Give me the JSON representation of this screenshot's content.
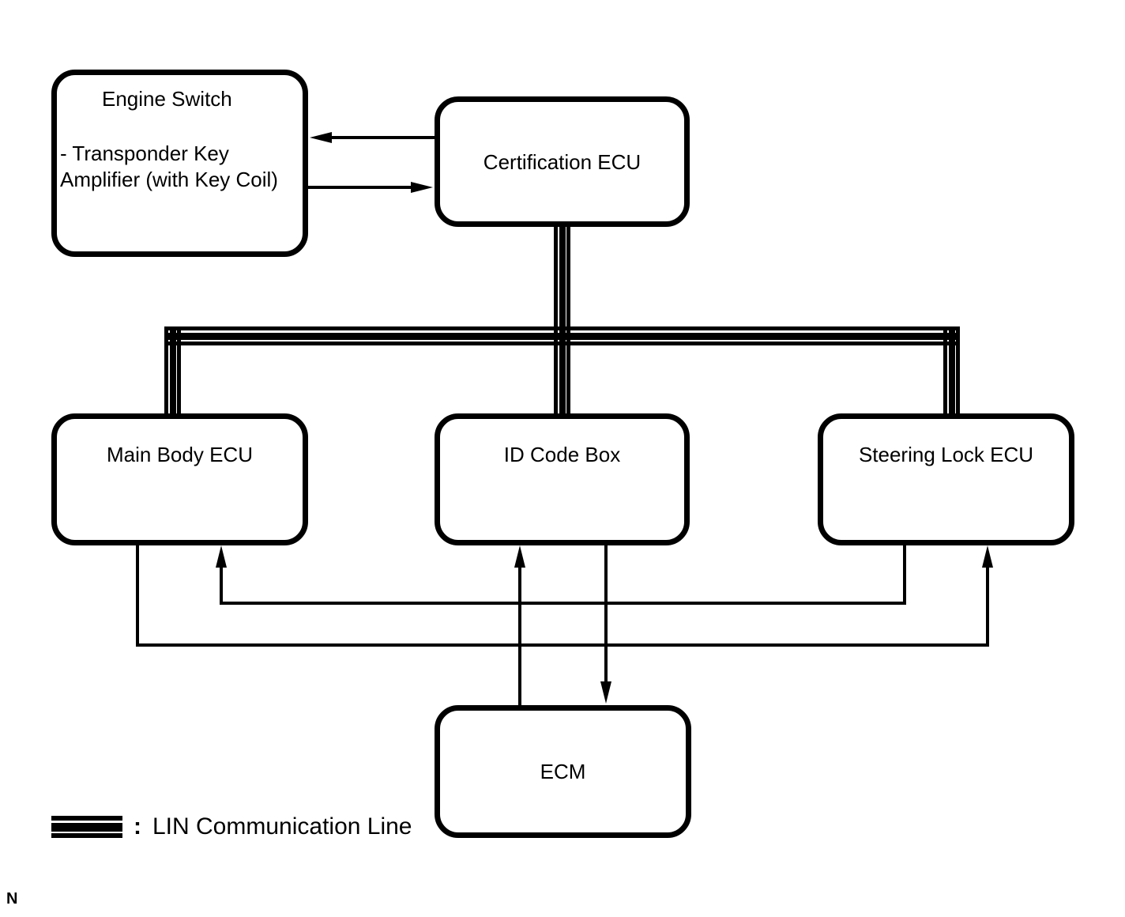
{
  "page": {
    "background": "#ffffff",
    "ink": "#000000"
  },
  "nodes": {
    "engine_switch": {
      "title": "Engine Switch",
      "body": [
        "- Transponder Key",
        "Amplifier (with Key Coil)"
      ]
    },
    "certification_ecu": {
      "label": "Certification ECU"
    },
    "main_body_ecu": {
      "label": "Main Body ECU"
    },
    "id_code_box": {
      "label": "ID Code Box"
    },
    "steering_lock_ecu": {
      "label": "Steering Lock ECU"
    },
    "ecm": {
      "label": "ECM"
    }
  },
  "edges": [
    {
      "from": "Certification ECU",
      "to": "Engine Switch",
      "type": "arrow"
    },
    {
      "from": "Engine Switch",
      "to": "Certification ECU",
      "type": "arrow"
    },
    {
      "from": "Certification ECU",
      "to": "Main Body ECU",
      "type": "lin-communication-line"
    },
    {
      "from": "Certification ECU",
      "to": "ID Code Box",
      "type": "lin-communication-line"
    },
    {
      "from": "Certification ECU",
      "to": "Steering Lock ECU",
      "type": "lin-communication-line"
    },
    {
      "from": "Steering Lock ECU",
      "to": "Main Body ECU",
      "type": "arrow"
    },
    {
      "from": "Main Body ECU",
      "to": "Steering Lock ECU",
      "type": "arrow"
    },
    {
      "from": "ECM",
      "to": "ID Code Box",
      "type": "arrow"
    },
    {
      "from": "ID Code Box",
      "to": "ECM",
      "type": "arrow"
    }
  ],
  "legend": {
    "separator": ":",
    "label": "LIN Communication Line"
  },
  "corner_mark": "N"
}
